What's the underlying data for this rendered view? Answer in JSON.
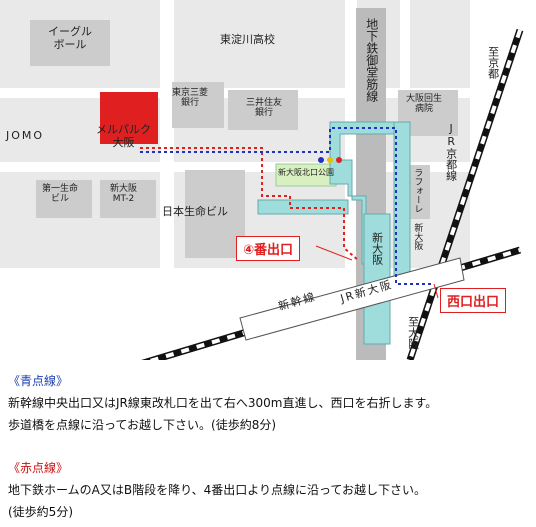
{
  "map": {
    "labels": {
      "eagle_ball": "イーグル\nボール",
      "higashi_yodogawa_hs": "東淀川高校",
      "subway_line": "地下鉄御堂筋線",
      "to_kyoto": "至京都",
      "to_osaka": "至大阪",
      "tokyo_mitsubishi_bank": "東京三菱\n銀行",
      "mitsui_sumitomo_bank": "三井住友\n銀行",
      "osaka_kosei_hospital": "大阪回生\n病院",
      "jomo": "JOMO",
      "melparque": "メルパルク\n大阪",
      "jr_kyoto_line": "JR京都線",
      "daiichi_seimei": "第一生命\nビル",
      "shin_osaka_mt2": "新大阪\nMT-2",
      "shin_osaka_north_park": "新大阪北口公園",
      "laforet": "ラフォーレ\n新大阪",
      "nissay_building": "日本生命ビル",
      "shin_osaka_station": "新大阪",
      "shinkansen": "新幹線",
      "jr_shin_osaka": "JR新大阪",
      "exit_4": "④番出口",
      "west_exit": "西口出口"
    },
    "colors": {
      "building": "#cccccc",
      "road": "#ffffff",
      "background": "#e9e9e9",
      "melparque": "#e02020",
      "station_fill": "#9fdcdc",
      "blue_route": "#2233bb",
      "red_route": "#e02020"
    }
  },
  "notes": {
    "blue": {
      "heading": "《青点線》",
      "line1": "新幹線中央出口又はJR線東改札口を出て右へ300m直進し、西口を右折します。",
      "line2": "歩道橋を点線に沿ってお越し下さい。(徒歩約8分)"
    },
    "red": {
      "heading": "《赤点線》",
      "line1": "地下鉄ホームのA又はB階段を降り、4番出口より点線に沿ってお越し下さい。",
      "line2": "(徒歩約5分)"
    }
  }
}
